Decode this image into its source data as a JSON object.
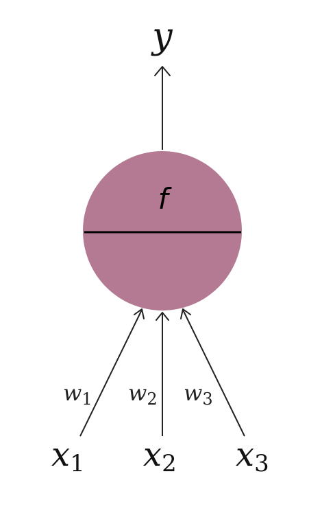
{
  "diagram": {
    "output": {
      "symbol": "y"
    },
    "neuron": {
      "function": "f",
      "fill_color": "#b47a93",
      "divider_color": "#000000"
    },
    "weights": [
      {
        "symbol": "w",
        "sub": "1"
      },
      {
        "symbol": "w",
        "sub": "2"
      },
      {
        "symbol": "w",
        "sub": "3"
      }
    ],
    "inputs": [
      {
        "symbol": "x",
        "sub": "1"
      },
      {
        "symbol": "x",
        "sub": "2"
      },
      {
        "symbol": "x",
        "sub": "3"
      }
    ]
  }
}
